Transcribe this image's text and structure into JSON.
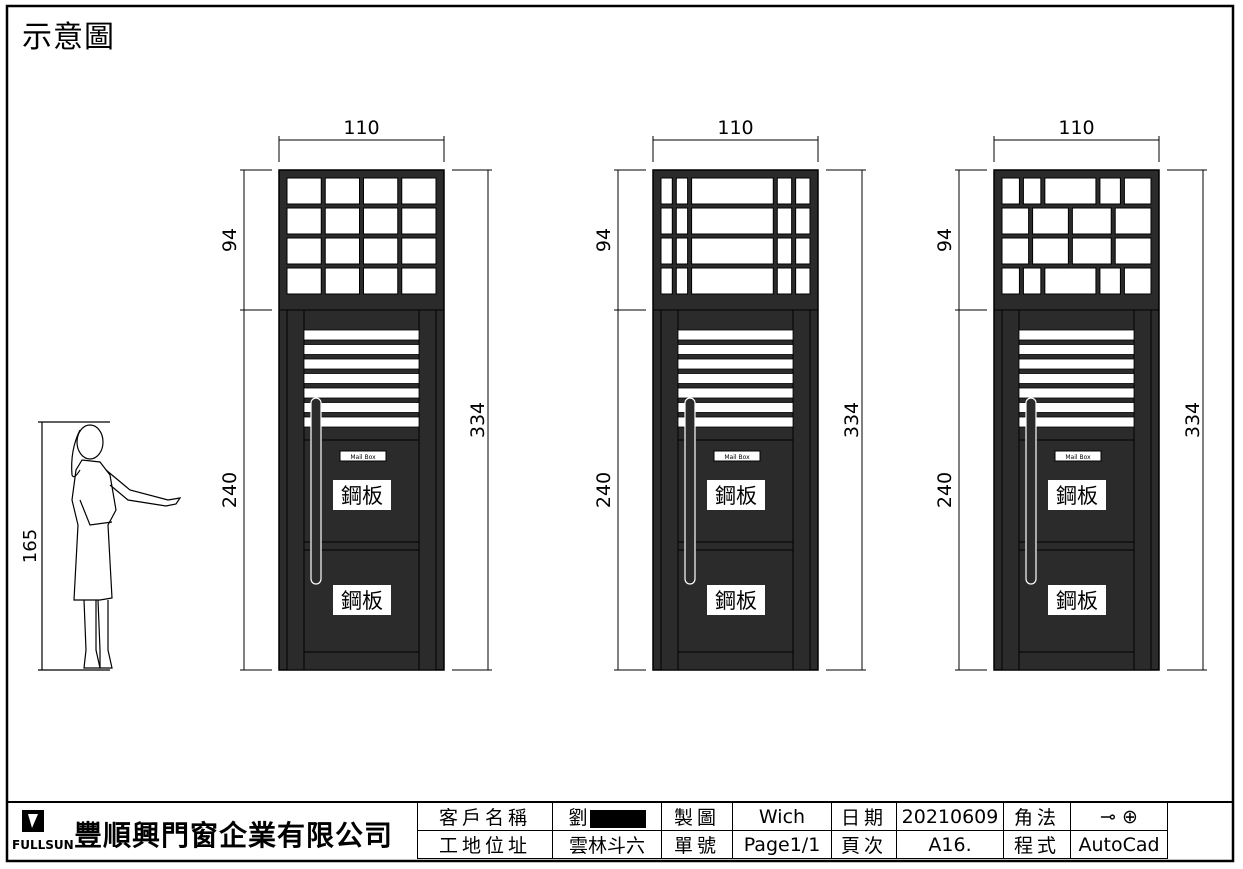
{
  "title": "示意圖",
  "doors": [
    {
      "width_label": "110",
      "top_label": "94",
      "bottom_label": "240",
      "total_label": "334",
      "mailbox_label": "Mail Box",
      "panel_top_label": "鋼板",
      "panel_bottom_label": "鋼板",
      "grid_style": "uniform"
    },
    {
      "width_label": "110",
      "top_label": "94",
      "bottom_label": "240",
      "total_label": "334",
      "mailbox_label": "Mail Box",
      "panel_top_label": "鋼板",
      "panel_bottom_label": "鋼板",
      "grid_style": "wide-center"
    },
    {
      "width_label": "110",
      "top_label": "94",
      "bottom_label": "240",
      "total_label": "334",
      "mailbox_label": "Mail Box",
      "panel_top_label": "鋼板",
      "panel_bottom_label": "鋼板",
      "grid_style": "staggered"
    }
  ],
  "person_height_label": "165",
  "title_block": {
    "company_name": "豐順興門窗企業有限公司",
    "brand": "FULLSUN",
    "row1": {
      "customer_label": "客戶名稱",
      "customer_value": "劉",
      "drawn_label": "製圖",
      "drawn_value": "Wich",
      "date_label": "日期",
      "date_value": "20210609",
      "angle_label": "角法",
      "angle_value": "⊸ ⊕"
    },
    "row2": {
      "site_label": "工地位址",
      "site_value": "雲林斗六",
      "order_label": "單號",
      "order_value": "Page1/1",
      "page_label": "頁次",
      "page_value": "A16.",
      "program_label": "程式",
      "program_value": "AutoCad"
    }
  },
  "colors": {
    "door_fill": "#2b2b2b",
    "line": "#000000",
    "glass": "#ffffff"
  }
}
